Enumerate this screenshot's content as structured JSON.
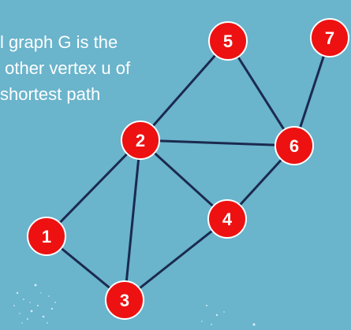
{
  "caption": {
    "lines": [
      "l graph G is the",
      " other vertex u of",
      "shortest path"
    ]
  },
  "graph": {
    "colors": {
      "background": "#6ab4cc",
      "node_fill": "#ee1111",
      "node_stroke": "#ffffff",
      "edge": "#1b2a4e",
      "label": "#ffffff"
    },
    "vertices": [
      "1",
      "2",
      "3",
      "4",
      "5",
      "6",
      "7"
    ],
    "edges": [
      [
        "1",
        "2"
      ],
      [
        "1",
        "3"
      ],
      [
        "2",
        "3"
      ],
      [
        "2",
        "4"
      ],
      [
        "2",
        "5"
      ],
      [
        "2",
        "6"
      ],
      [
        "3",
        "4"
      ],
      [
        "4",
        "6"
      ],
      [
        "5",
        "6"
      ],
      [
        "6",
        "7"
      ]
    ]
  }
}
